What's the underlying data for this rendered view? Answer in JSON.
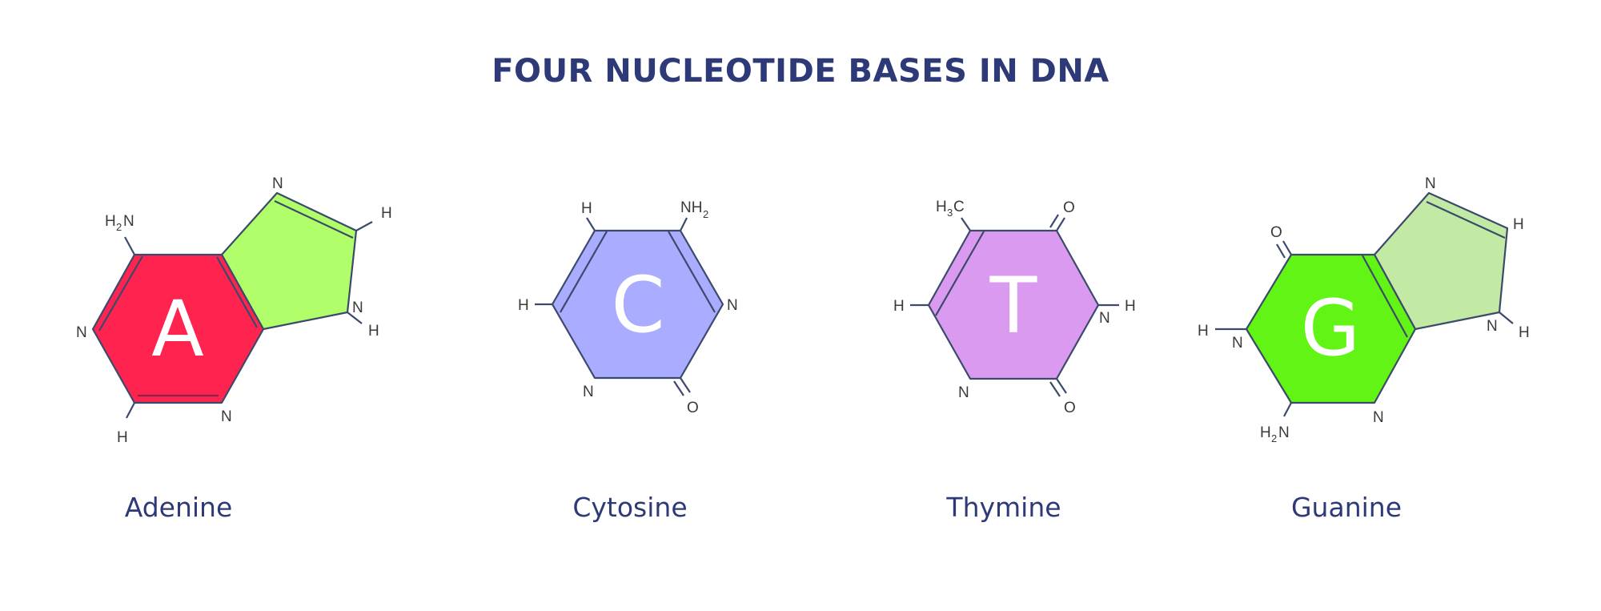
{
  "title": "FOUR NUCLEOTIDE BASES IN DNA",
  "colors": {
    "title_text": "#2e3a78",
    "bond_stroke": "#3b4a6b",
    "adenine_ring6": "#ff2350",
    "adenine_ring5": "#b0ff6a",
    "cytosine_ring": "#a9acff",
    "thymine_ring": "#d99aef",
    "guanine_ring6": "#62f414",
    "guanine_ring5": "#c2eaa5",
    "letter": "#ffffff"
  },
  "bases": [
    {
      "name": "Adenine",
      "letter": "A",
      "atoms": {
        "amine": "H",
        "amine_sub": "2",
        "amine_n": "N",
        "n_left": "N",
        "n_bottom": "N",
        "h_bottom": "H",
        "n_top": "N",
        "h_top_right": "H",
        "n_right": "N",
        "h_right": "H"
      }
    },
    {
      "name": "Cytosine",
      "letter": "C",
      "atoms": {
        "h_top": "H",
        "amine_n": "NH",
        "amine_sub": "2",
        "h_left": "H",
        "n_right": "N",
        "n_bottom": "N",
        "o_bottom": "O"
      }
    },
    {
      "name": "Thymine",
      "letter": "T",
      "atoms": {
        "methyl_h": "H",
        "methyl_sub": "3",
        "methyl_c": "C",
        "o_top": "O",
        "h_left": "H",
        "n_right": "N",
        "h_right": "H",
        "n_bottom": "N",
        "o_bottom": "O"
      }
    },
    {
      "name": "Guanine",
      "letter": "G",
      "atoms": {
        "o_top": "O",
        "h_left": "H",
        "n_left": "N",
        "amine_h": "H",
        "amine_sub": "2",
        "amine_n": "N",
        "n_bottom": "N",
        "n_top": "N",
        "h_top_right": "H",
        "n_right": "N",
        "h_right": "H"
      }
    }
  ]
}
